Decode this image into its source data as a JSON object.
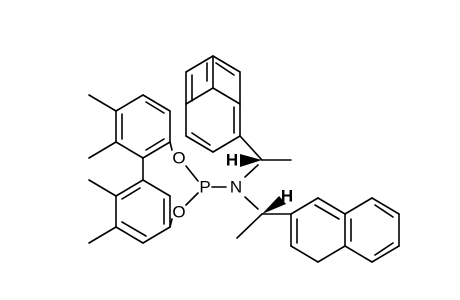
{
  "molecule": {
    "atoms": {
      "oxygen_upper": "O",
      "oxygen_lower": "O",
      "phosphorus": "P",
      "nitrogen": "N",
      "hydrogen_upper": "H",
      "hydrogen_lower": "H"
    },
    "colors": {
      "bond": "#000000",
      "background": "#ffffff"
    }
  }
}
